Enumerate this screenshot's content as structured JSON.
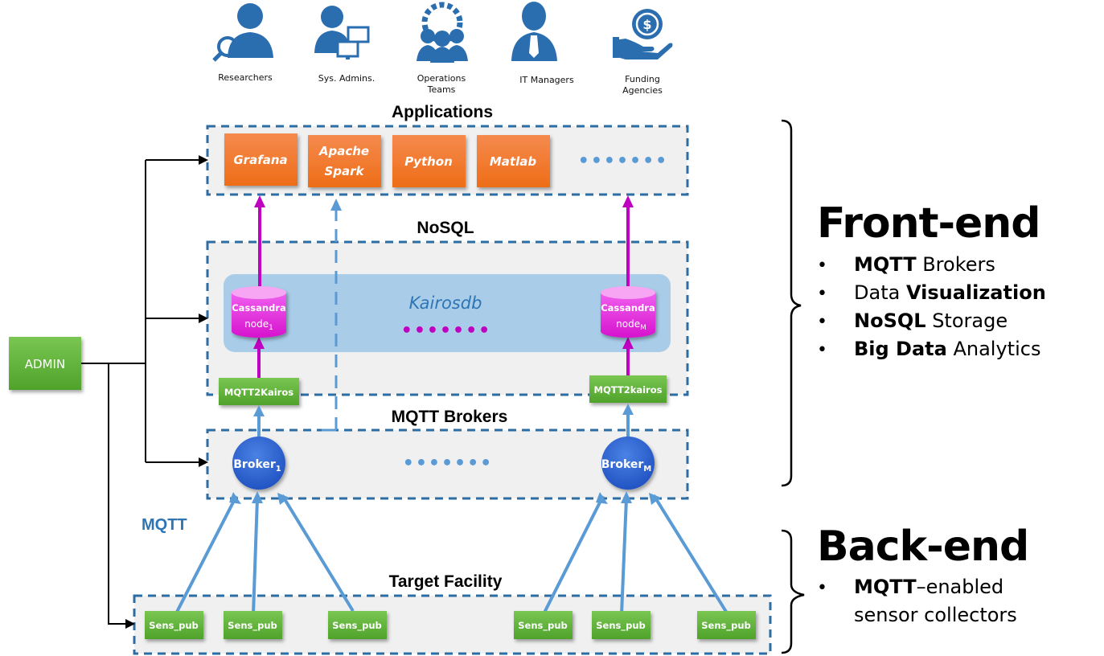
{
  "roles": [
    {
      "icon": "researcher-icon",
      "lines": [
        "Researchers"
      ]
    },
    {
      "icon": "sys-admin-icon",
      "lines": [
        "Sys. Admins."
      ]
    },
    {
      "icon": "operations-team-icon",
      "lines": [
        "Operations",
        "Teams"
      ]
    },
    {
      "icon": "it-manager-icon",
      "lines": [
        "IT Managers"
      ]
    },
    {
      "icon": "funding-icon",
      "lines": [
        "Funding",
        "Agencies"
      ]
    }
  ],
  "sections": {
    "applications": "Applications",
    "nosql": "NoSQL",
    "mqtt_brokers": "MQTT Brokers",
    "target_facility": "Target Facility"
  },
  "applications": [
    {
      "lines": [
        "Grafana"
      ]
    },
    {
      "lines": [
        "Apache",
        "Spark"
      ]
    },
    {
      "lines": [
        "Python"
      ]
    },
    {
      "lines": [
        "Matlab"
      ]
    }
  ],
  "ellipsis": "•••••••",
  "kairosdb": {
    "label": "Kairosdb",
    "nodes": [
      {
        "name": "Cassandra",
        "sub": "node",
        "index": "1"
      },
      {
        "name": "Cassandra",
        "sub": "node",
        "index": "M"
      }
    ]
  },
  "connectors": [
    "MQTT2Kairos",
    "MQTT2kairos"
  ],
  "brokers": [
    {
      "name": "Broker",
      "index": "1"
    },
    {
      "name": "Broker",
      "index": "M"
    }
  ],
  "protocol_label": "MQTT",
  "admin_label": "ADMIN",
  "sensors": [
    "Sens_pub",
    "Sens_pub",
    "Sens_pub",
    "Sens_pub",
    "Sens_pub",
    "Sens_pub"
  ],
  "front_end": {
    "title": "Front-end",
    "bullets": [
      [
        {
          "text": "MQTT",
          "bold": true
        },
        {
          "text": " Brokers",
          "bold": false
        }
      ],
      [
        {
          "text": "Data ",
          "bold": false
        },
        {
          "text": "Visualization",
          "bold": true
        }
      ],
      [
        {
          "text": "NoSQL",
          "bold": true
        },
        {
          "text": " Storage",
          "bold": false
        }
      ],
      [
        {
          "text": "Big Data",
          "bold": true
        },
        {
          "text": " Analytics",
          "bold": false
        }
      ]
    ]
  },
  "back_end": {
    "title": "Back-end",
    "bullets": [
      [
        [
          {
            "text": "MQTT",
            "bold": true
          },
          {
            "text": "–enabled",
            "bold": false
          }
        ],
        [
          {
            "text": "sensor collectors",
            "bold": false
          }
        ]
      ]
    ]
  },
  "bullet_glyph": "•",
  "colors": {
    "dashed_border": "#2e6ca4",
    "panel_fill": "#f0f0f0",
    "app_orange": "#f07c2c",
    "green": "#5eb33a",
    "cassandra_magenta": "#e020d8",
    "kairos_band": "#a9cde8",
    "broker_blue": "#2d62d0",
    "arrow_magenta": "#c000c0",
    "arrow_blue": "#5b9bd5",
    "icon_blue": "#2a6eb0"
  }
}
